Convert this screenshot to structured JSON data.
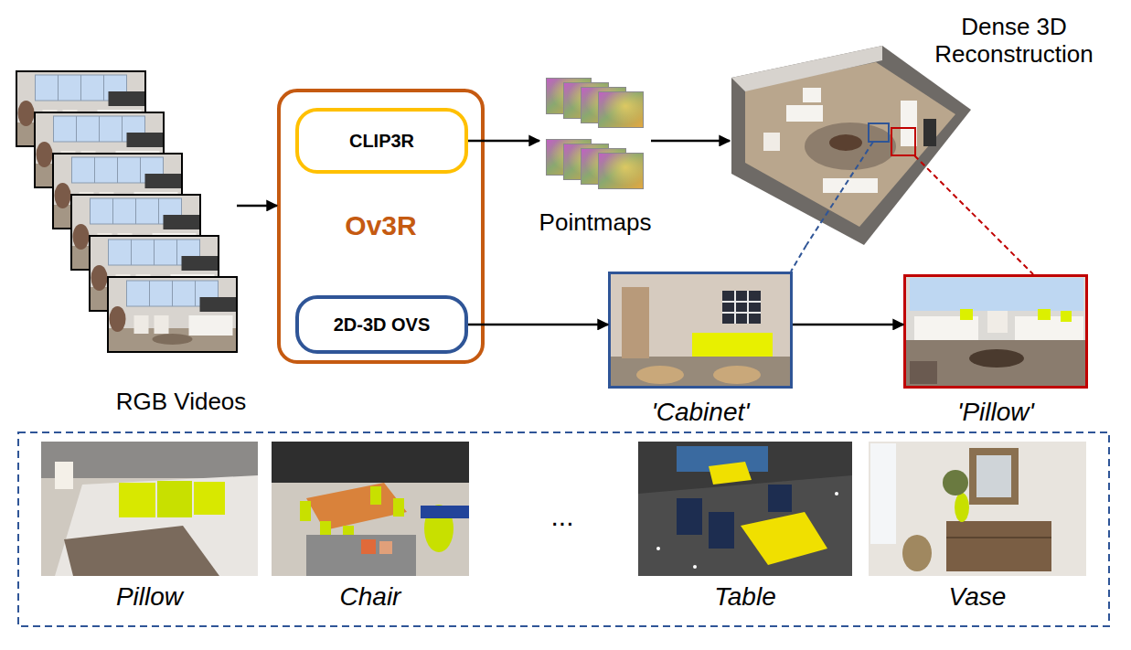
{
  "diagram": {
    "nodes": [
      {
        "text": [
          "RGB Videos"
        ]
      },
      {
        "text": [
          "Ov3R"
        ]
      },
      {
        "text": [
          "CLIP3R"
        ],
        "in": 1
      },
      {
        "text": [
          "2D-3D OVS"
        ],
        "in": 1
      },
      {
        "text": [
          "Pointmaps"
        ]
      },
      {
        "text": [
          "Dense 3D Reconstruction"
        ]
      },
      {
        "text": [
          "'Cabinet'"
        ]
      },
      {
        "text": [
          "'Pillow'"
        ]
      },
      {
        "text": [
          "Pillow"
        ]
      },
      {
        "text": [
          "Chair"
        ]
      },
      {
        "text": [
          "Table"
        ]
      },
      {
        "text": [
          "Vase"
        ]
      }
    ],
    "edges": [
      {
        "from": 0,
        "to": 1,
        "arrow": "to"
      },
      {
        "from": 2,
        "to": 4,
        "arrow": "to"
      },
      {
        "from": 4,
        "to": 5,
        "arrow": "to"
      },
      {
        "from": 3,
        "to": 6,
        "arrow": "to"
      },
      {
        "from": 6,
        "to": 7,
        "arrow": "to"
      },
      {
        "from": 5,
        "to": 6,
        "arrow": "none"
      },
      {
        "from": 5,
        "to": 7,
        "arrow": "none"
      }
    ],
    "labels": [
      "..."
    ]
  }
}
